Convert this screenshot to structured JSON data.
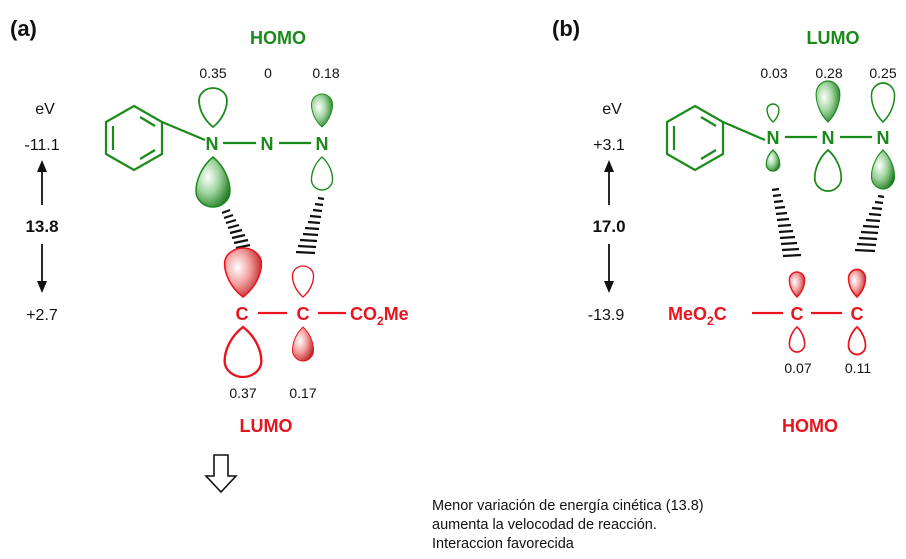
{
  "panel_a": {
    "tag": "(a)",
    "top_label": "HOMO",
    "bottom_label": "LUMO",
    "unit": "eV",
    "energy_top": "-11.1",
    "gap": "13.8",
    "energy_bottom": "+2.7",
    "top_coefficients": [
      "0.35",
      "0",
      "0.18"
    ],
    "bottom_coefficients": [
      "0.37",
      "0.17"
    ],
    "atoms_top": [
      "N",
      "N",
      "N"
    ],
    "atoms_bottom": [
      "C",
      "C"
    ],
    "substituent": "CO2Me"
  },
  "panel_b": {
    "tag": "(b)",
    "top_label": "LUMO",
    "bottom_label": "HOMO",
    "unit": "eV",
    "energy_top": "+3.1",
    "gap": "17.0",
    "energy_bottom": "-13.9",
    "top_coefficients": [
      "0.03",
      "0.28",
      "0.25"
    ],
    "bottom_coefficients": [
      "0.07",
      "0.11"
    ],
    "atoms_top": [
      "N",
      "N",
      "N"
    ],
    "atoms_bottom": [
      "C",
      "C"
    ],
    "substituent": "MeO2C"
  },
  "conclusion": {
    "line1": "Menor variación de energía cinética (13.8)",
    "line2": "aumenta la velocodad de reacción.",
    "line3": "Interaccion favorecida"
  },
  "colors": {
    "green": "#1a8a1a",
    "red": "#e8141e",
    "black": "#111111"
  }
}
